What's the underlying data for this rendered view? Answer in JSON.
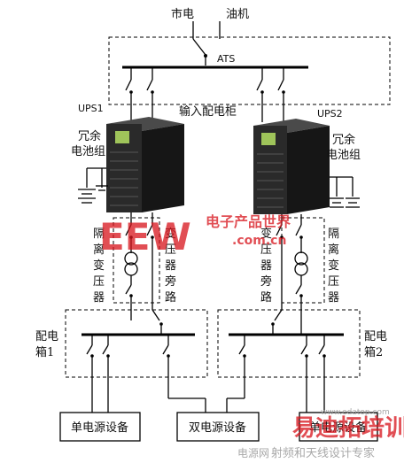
{
  "labels": {
    "city_power": "市电",
    "generator": "油机",
    "ats": "ATS",
    "ups1": "UPS1",
    "ups2": "UPS2",
    "input_cabinet": "输入配电柜",
    "redundant_battery_left": "冗余\n电池组",
    "redundant_battery_right": "冗余\n电池组",
    "isolation_transformer_left": "隔\n离\n变\n压\n器",
    "transformer_bypass_left": "变\n压\n器\n旁\n路",
    "transformer_bypass_right": "变\n压\n器\n旁\n路",
    "isolation_transformer_right": "隔\n离\n变\n压\n器",
    "dist_box_1": "配电\n箱1",
    "dist_box_2": "配电\n箱2",
    "single_device_left": "单电源设备",
    "dual_device": "双电源设备",
    "single_device_right": "单电源设备"
  },
  "watermark": {
    "logo": "EEW",
    "cn_name": "电子产品世界",
    "domain": ".com.cn",
    "brand_big": "易迪拓培训",
    "site_sub": "射频和天线设计专家",
    "site_sub_grey": "电源网",
    "url": "www.edatop.com"
  },
  "colors": {
    "line": "#000000",
    "watermark_red": "#d8141c",
    "watermark_grey": "#9a9a9a",
    "ups_body": "#1b1b1b"
  }
}
